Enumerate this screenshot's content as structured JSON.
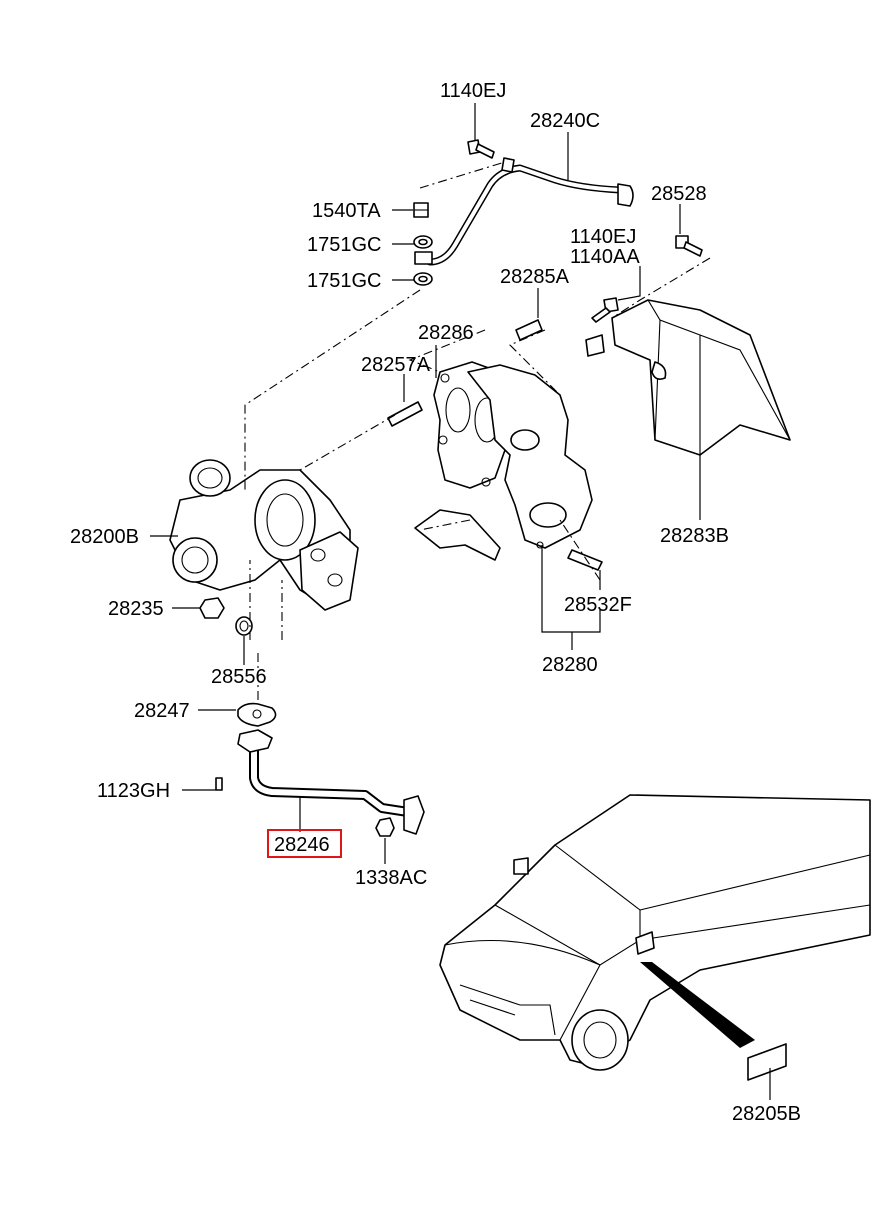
{
  "labels": {
    "l1140EJ_top": "1140EJ",
    "l28240C": "28240C",
    "l28528": "28528",
    "l1540TA": "1540TA",
    "l1140EJ_mid": "1140EJ",
    "l1751GC_upper": "1751GC",
    "l1140AA": "1140AA",
    "l1751GC_lower": "1751GC",
    "l28285A": "28285A",
    "l28286": "28286",
    "l28257A": "28257A",
    "l28283B": "28283B",
    "l28200B": "28200B",
    "l28532F": "28532F",
    "l28235": "28235",
    "l28280": "28280",
    "l28556": "28556",
    "l28247": "28247",
    "l1123GH": "1123GH",
    "l28246": "28246",
    "l1338AC": "1338AC",
    "l28205B": "28205B"
  },
  "highlighted_part": "28246",
  "colors": {
    "line": "#000000",
    "background": "#ffffff",
    "highlight": "#e01515"
  }
}
